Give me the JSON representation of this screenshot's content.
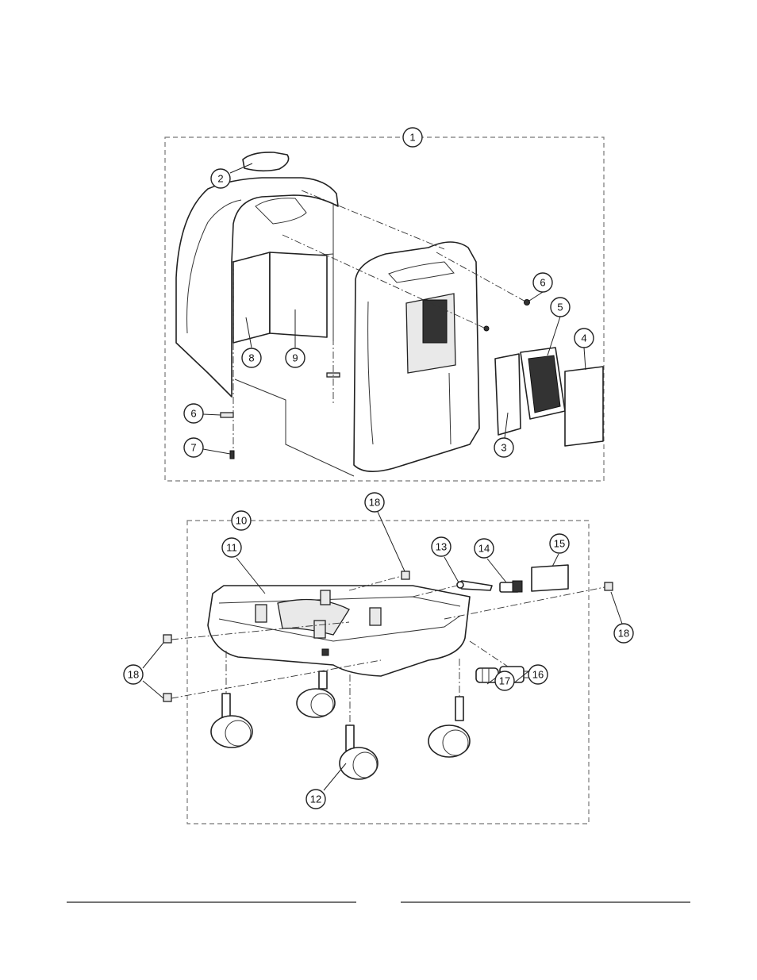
{
  "callouts": [
    {
      "id": "c1",
      "label": "1"
    },
    {
      "id": "c2",
      "label": "2"
    },
    {
      "id": "c3",
      "label": "3"
    },
    {
      "id": "c4",
      "label": "4"
    },
    {
      "id": "c5",
      "label": "5"
    },
    {
      "id": "c6a",
      "label": "6"
    },
    {
      "id": "c6b",
      "label": "6"
    },
    {
      "id": "c7",
      "label": "7"
    },
    {
      "id": "c8",
      "label": "8"
    },
    {
      "id": "c9",
      "label": "9"
    },
    {
      "id": "c10",
      "label": "10"
    },
    {
      "id": "c11",
      "label": "11"
    },
    {
      "id": "c12",
      "label": "12"
    },
    {
      "id": "c13",
      "label": "13"
    },
    {
      "id": "c14",
      "label": "14"
    },
    {
      "id": "c15",
      "label": "15"
    },
    {
      "id": "c16",
      "label": "16"
    },
    {
      "id": "c17",
      "label": "17"
    },
    {
      "id": "c18a",
      "label": "18"
    },
    {
      "id": "c18b",
      "label": "18"
    },
    {
      "id": "c18c",
      "label": "18"
    }
  ]
}
